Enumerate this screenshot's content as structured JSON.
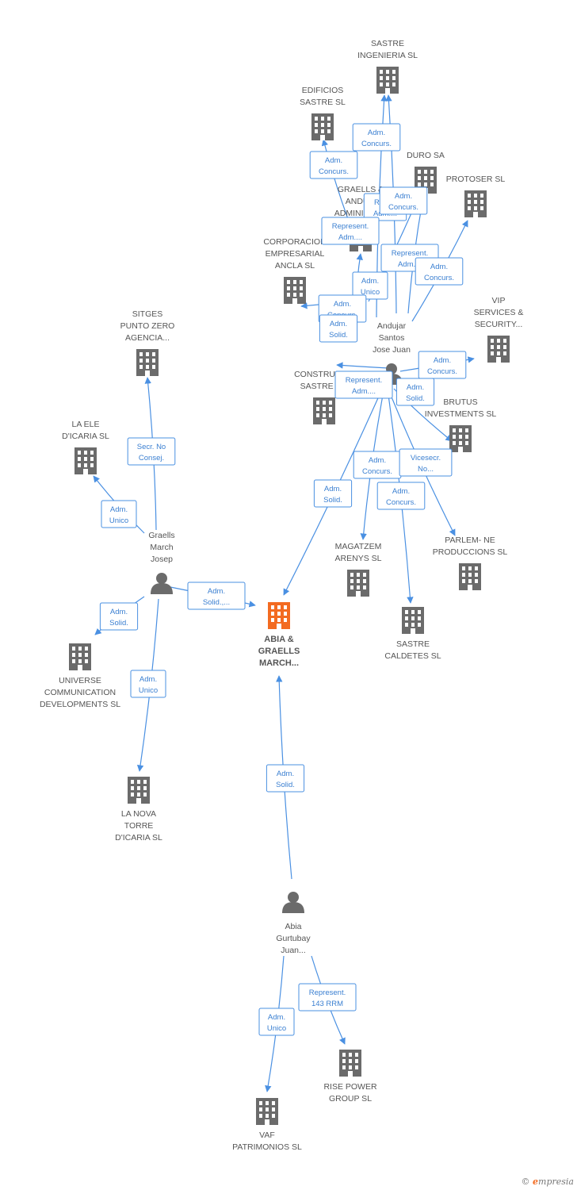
{
  "colors": {
    "edge": "#4a90e2",
    "building": "#6b6b6b",
    "focus": "#f36b21",
    "person": "#6b6b6b"
  },
  "nodes": [
    {
      "id": "sastre_ing",
      "type": "company",
      "lines": [
        "SASTRE",
        "INGENIERIA SL"
      ]
    },
    {
      "id": "edificios",
      "type": "company",
      "lines": [
        "EDIFICIOS",
        "SASTRE SL"
      ]
    },
    {
      "id": "duro",
      "type": "company",
      "lines": [
        "DURO SA"
      ]
    },
    {
      "id": "protoser",
      "type": "company",
      "lines": [
        "PROTOSER SL"
      ]
    },
    {
      "id": "graells_andujar",
      "type": "company",
      "lines": [
        "GRAELLS &",
        "ANDU...",
        "ADMINISTR..."
      ]
    },
    {
      "id": "corporacion",
      "type": "company",
      "lines": [
        "CORPORACION",
        "EMPRESARIAL",
        "ANCLA SL"
      ]
    },
    {
      "id": "vip",
      "type": "company",
      "lines": [
        "VIP",
        "SERVICES &",
        "SECURITY..."
      ]
    },
    {
      "id": "construcc",
      "type": "company",
      "lines": [
        "CONSTRUCC...",
        "SASTRE S..."
      ]
    },
    {
      "id": "brutus",
      "type": "company",
      "lines": [
        "BRUTUS",
        "INVESTMENTS SL"
      ]
    },
    {
      "id": "sitges",
      "type": "company",
      "lines": [
        "SITGES",
        "PUNTO ZERO",
        "AGENCIA..."
      ]
    },
    {
      "id": "la_ele",
      "type": "company",
      "lines": [
        "LA ELE",
        "D'ICARIA SL"
      ]
    },
    {
      "id": "magatzem",
      "type": "company",
      "lines": [
        "MAGATZEM",
        "ARENYS SL"
      ]
    },
    {
      "id": "parlem",
      "type": "company",
      "lines": [
        "PARLEM- NE",
        "PRODUCCIONS SL"
      ]
    },
    {
      "id": "abia_graells",
      "type": "focus",
      "lines": [
        "ABIA &",
        "GRAELLS",
        "MARCH..."
      ]
    },
    {
      "id": "sastre_caldetes",
      "type": "company",
      "lines": [
        "SASTRE",
        "CALDETES SL"
      ]
    },
    {
      "id": "universe",
      "type": "company",
      "lines": [
        "UNIVERSE",
        "COMMUNICATION",
        "DEVELOPMENTS SL"
      ]
    },
    {
      "id": "la_nova",
      "type": "company",
      "lines": [
        "LA NOVA",
        "TORRE",
        "D'ICARIA SL"
      ]
    },
    {
      "id": "rise",
      "type": "company",
      "lines": [
        "RISE POWER",
        "GROUP SL"
      ]
    },
    {
      "id": "vaf",
      "type": "company",
      "lines": [
        "VAF",
        "PATRIMONIOS SL"
      ]
    },
    {
      "id": "andujar",
      "type": "person",
      "lines": [
        "Andujar",
        "Santos",
        "Jose Juan"
      ]
    },
    {
      "id": "graells_march",
      "type": "person",
      "lines": [
        "Graells",
        "March",
        "Josep"
      ]
    },
    {
      "id": "abia_gurtubay",
      "type": "person",
      "lines": [
        "Abia",
        "Gurtubay",
        "Juan..."
      ]
    }
  ],
  "relations": [
    {
      "id": "r1",
      "lines": [
        "Adm.",
        "Concurs."
      ]
    },
    {
      "id": "r2",
      "lines": [
        "Adm.",
        "Concurs."
      ]
    },
    {
      "id": "r3",
      "lines": [
        "Repr...",
        "Adm...."
      ]
    },
    {
      "id": "r4",
      "lines": [
        "Adm.",
        "Concurs."
      ]
    },
    {
      "id": "r5",
      "lines": [
        "Represent.",
        "Adm...."
      ]
    },
    {
      "id": "r6",
      "lines": [
        "Represent.",
        "Adm...."
      ]
    },
    {
      "id": "r7",
      "lines": [
        "Adm.",
        "Concurs."
      ]
    },
    {
      "id": "r8",
      "lines": [
        "Adm.",
        "Unico"
      ]
    },
    {
      "id": "r9",
      "lines": [
        "Adm.",
        "Concurs."
      ]
    },
    {
      "id": "r10",
      "lines": [
        "Adm.",
        "Solid."
      ]
    },
    {
      "id": "r11",
      "lines": [
        "Adm.",
        "Concurs."
      ]
    },
    {
      "id": "r12",
      "lines": [
        "Represent.",
        "Adm...."
      ]
    },
    {
      "id": "r13",
      "lines": [
        "Adm.",
        "Solid."
      ]
    },
    {
      "id": "r14",
      "lines": [
        "Adm.",
        "Concurs."
      ]
    },
    {
      "id": "r15",
      "lines": [
        "Vicesecr.",
        "No..."
      ]
    },
    {
      "id": "r16",
      "lines": [
        "Adm.",
        "Solid."
      ]
    },
    {
      "id": "r17",
      "lines": [
        "Adm.",
        "Concurs."
      ]
    },
    {
      "id": "r18",
      "lines": [
        "Secr. No",
        "Consej."
      ]
    },
    {
      "id": "r19",
      "lines": [
        "Adm.",
        "Unico"
      ]
    },
    {
      "id": "r20",
      "lines": [
        "Adm.",
        "Solid.,..."
      ]
    },
    {
      "id": "r21",
      "lines": [
        "Adm.",
        "Solid."
      ]
    },
    {
      "id": "r22",
      "lines": [
        "Adm.",
        "Unico"
      ]
    },
    {
      "id": "r23",
      "lines": [
        "Adm.",
        "Solid."
      ]
    },
    {
      "id": "r24",
      "lines": [
        "Represent.",
        "143 RRM"
      ]
    },
    {
      "id": "r25",
      "lines": [
        "Adm.",
        "Unico"
      ]
    }
  ],
  "footer": {
    "copyright": "©",
    "brand_initial": "e",
    "brand_rest": "mpresia"
  }
}
